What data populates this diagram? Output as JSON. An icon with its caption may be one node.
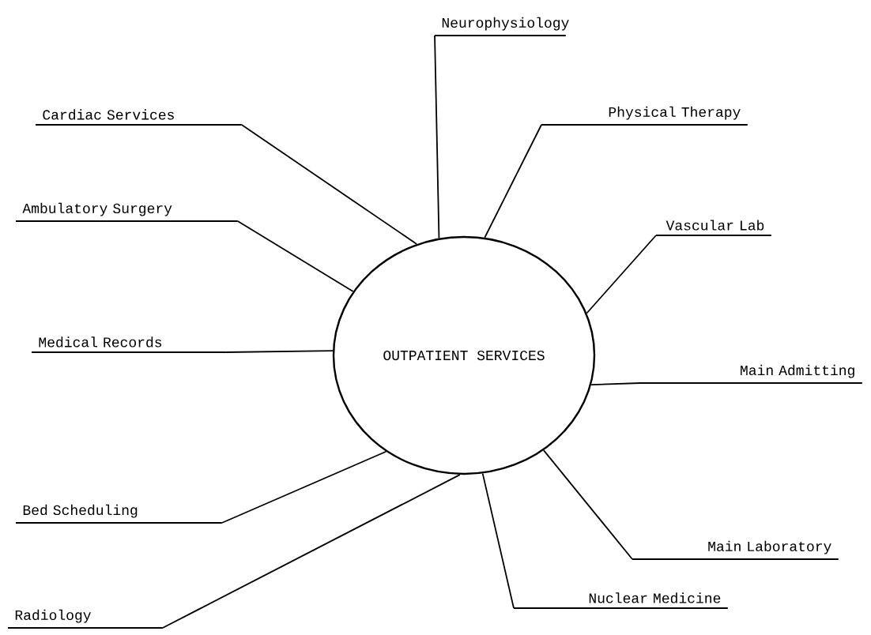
{
  "diagram": {
    "nodes": [
      {
        "text": [
          "OUTPATIENT SERVICES"
        ]
      },
      {
        "text": [
          "Neurophysiology"
        ]
      },
      {
        "text": [
          "Cardiac Services"
        ]
      },
      {
        "text": [
          "Physical Therapy"
        ]
      },
      {
        "text": [
          "Ambulatory Surgery"
        ]
      },
      {
        "text": [
          "Vascular Lab"
        ]
      },
      {
        "text": [
          "Medical Records"
        ]
      },
      {
        "text": [
          "Main Admitting"
        ]
      },
      {
        "text": [
          "Bed Scheduling"
        ]
      },
      {
        "text": [
          "Main Laboratory"
        ]
      },
      {
        "text": [
          "Radiology"
        ]
      },
      {
        "text": [
          "Nuclear Medicine"
        ]
      }
    ],
    "edges": [
      {
        "from": 0,
        "to": 1,
        "arrow": "none"
      },
      {
        "from": 0,
        "to": 2,
        "arrow": "none"
      },
      {
        "from": 0,
        "to": 3,
        "arrow": "none"
      },
      {
        "from": 0,
        "to": 4,
        "arrow": "none"
      },
      {
        "from": 0,
        "to": 5,
        "arrow": "none"
      },
      {
        "from": 0,
        "to": 6,
        "arrow": "none"
      },
      {
        "from": 0,
        "to": 7,
        "arrow": "none"
      },
      {
        "from": 0,
        "to": 8,
        "arrow": "none"
      },
      {
        "from": 0,
        "to": 9,
        "arrow": "none"
      },
      {
        "from": 0,
        "to": 10,
        "arrow": "none"
      },
      {
        "from": 0,
        "to": 11,
        "arrow": "none"
      }
    ]
  }
}
